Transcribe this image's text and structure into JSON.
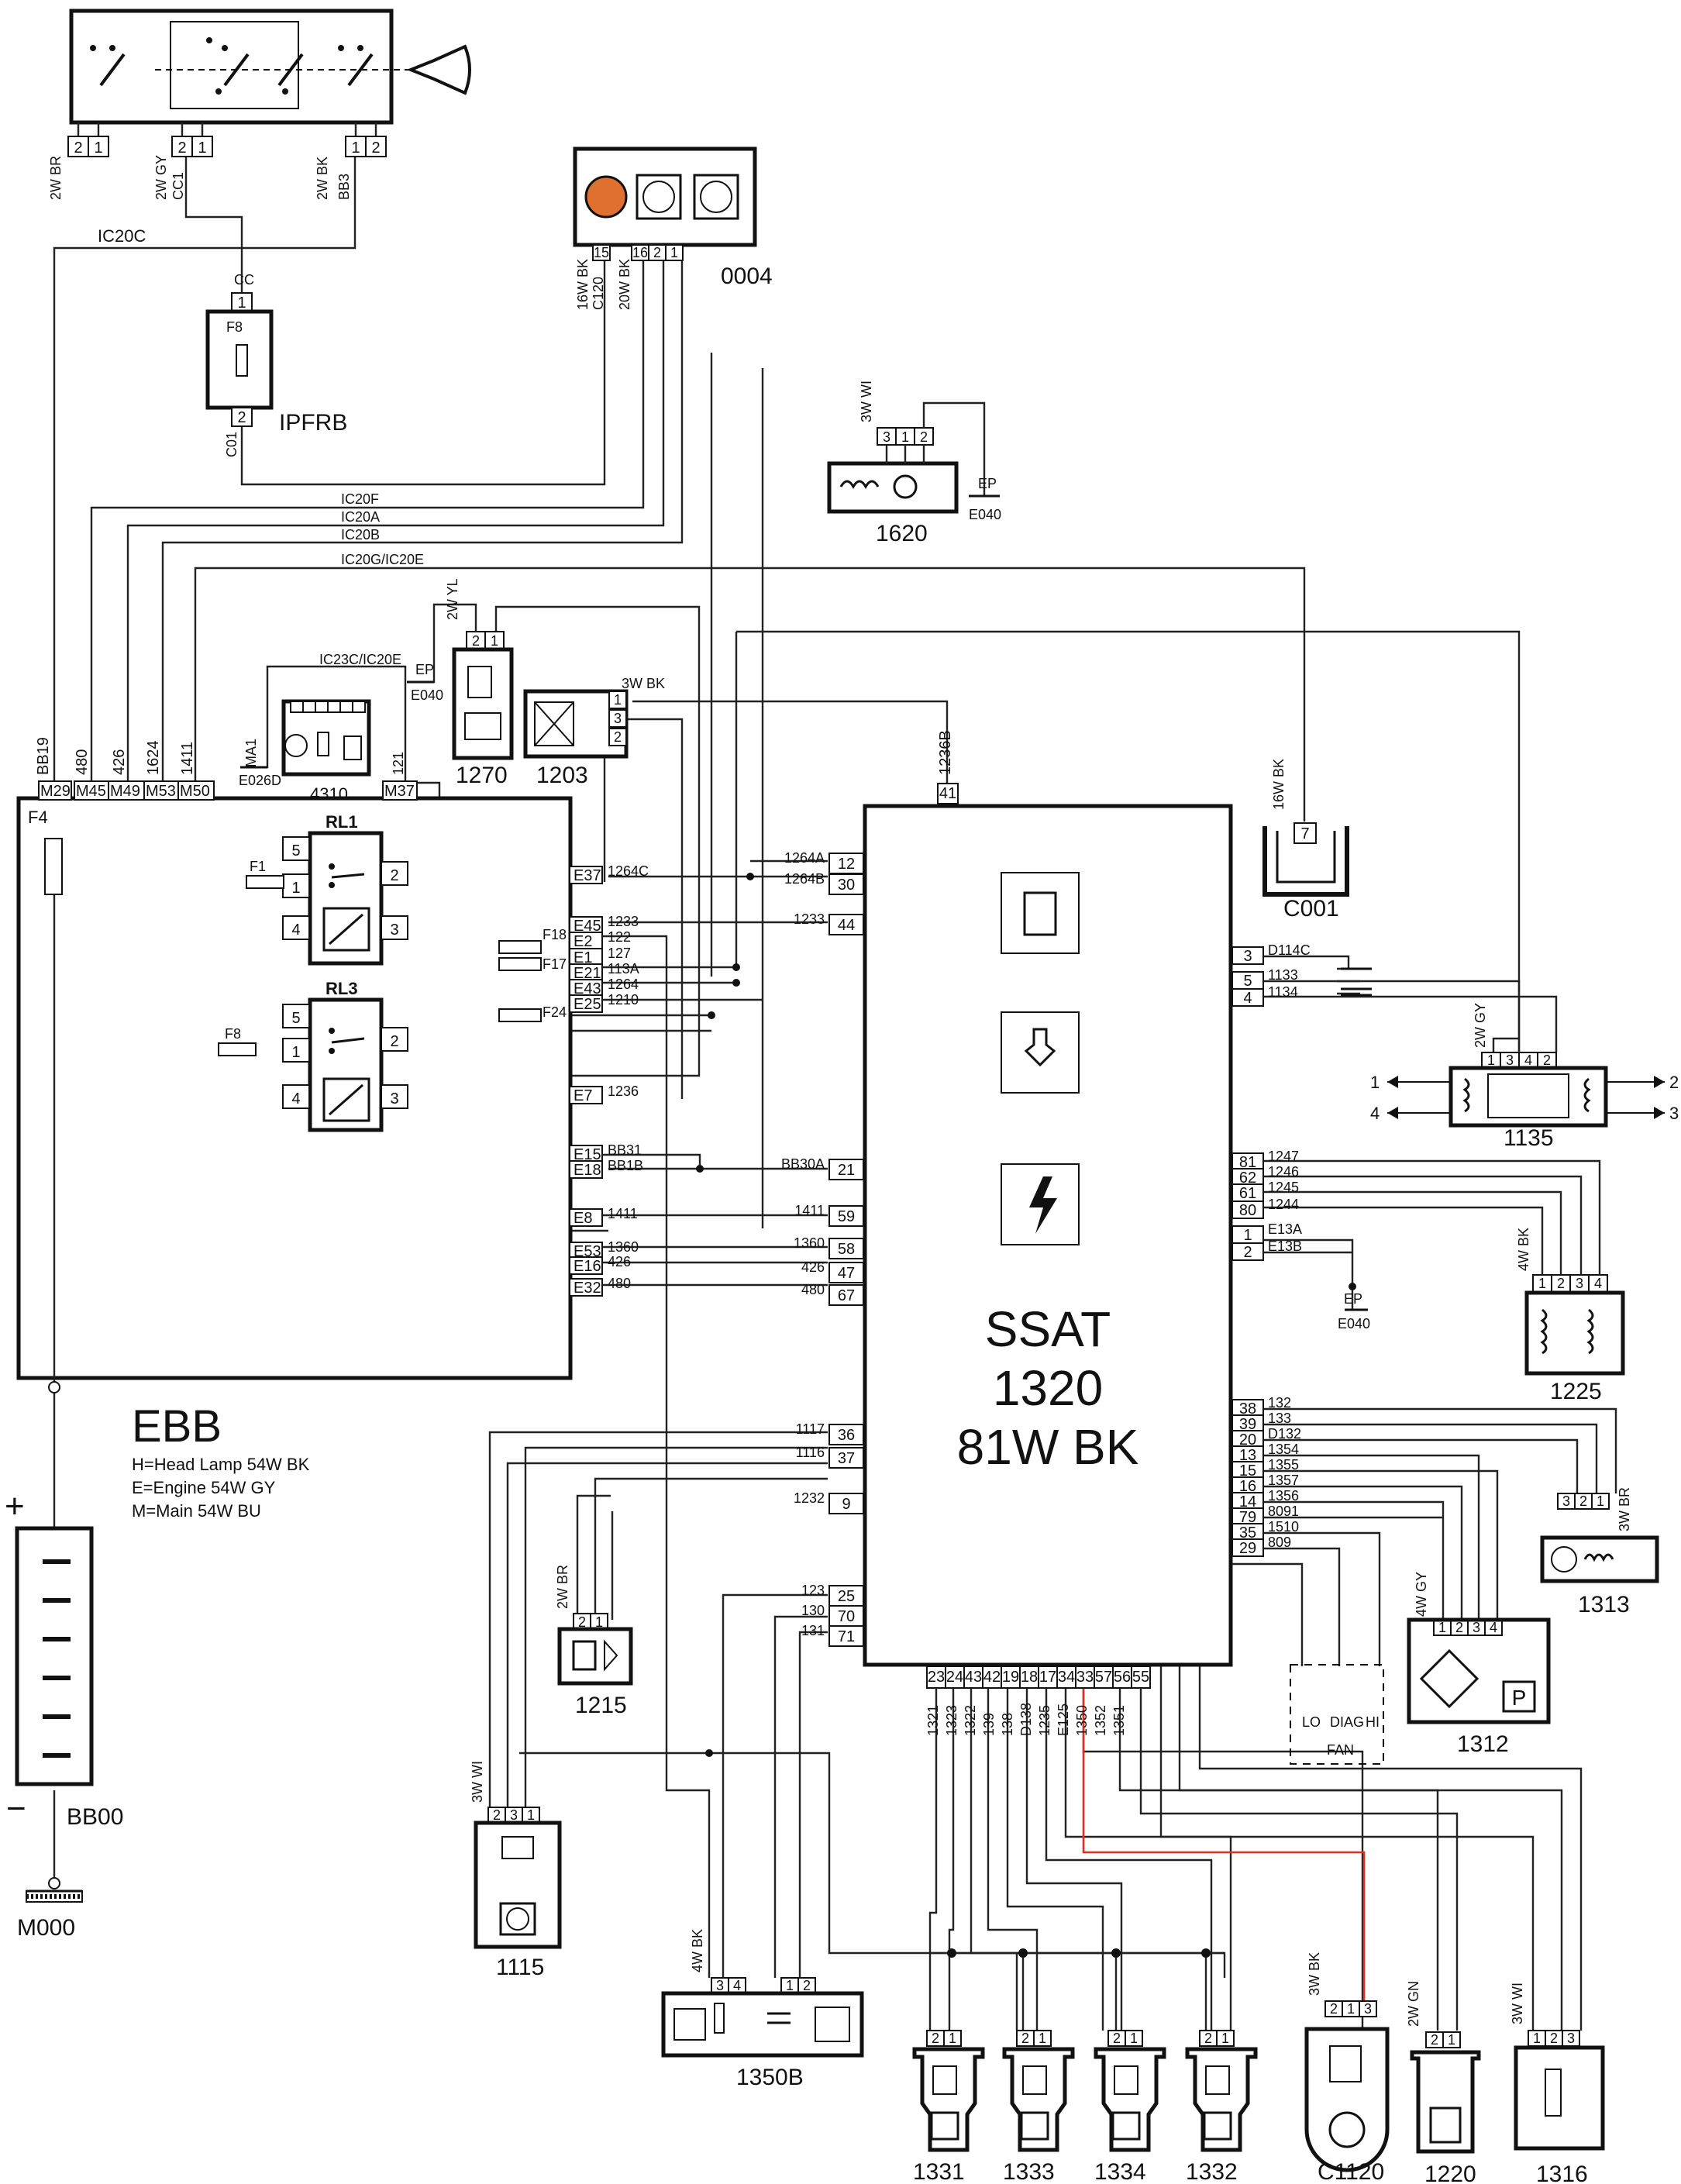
{
  "ecu": {
    "line1": "SSAT",
    "line2": "1320",
    "line3": "81W BK",
    "top_pin": "41",
    "top_wire": "1236B"
  },
  "ebb": {
    "title": "EBB",
    "legend": [
      "H=Head Lamp 54W BK",
      "E=Engine 54W GY",
      "M=Main 54W BU"
    ],
    "fuse_f4": "F4",
    "relay1": "RL1",
    "relay3": "RL3",
    "fuses": [
      "F1",
      "F8",
      "F18",
      "F17",
      "F24"
    ],
    "top_pins": [
      "M29",
      "M45",
      "M49",
      "M53",
      "M50",
      "M37"
    ],
    "top_wires": [
      "BB19",
      "480",
      "426",
      "1624",
      "1411",
      "121"
    ],
    "right_pins": [
      "E37",
      "E45",
      "E2",
      "E1",
      "E21",
      "E43",
      "E25",
      "E7",
      "E15",
      "E18",
      "E8",
      "E53",
      "E16",
      "E32"
    ],
    "right_wires": [
      "1264C",
      "1233",
      "122",
      "127",
      "113A",
      "1264",
      "1210",
      "1236",
      "BB31",
      "BB1B",
      "1411",
      "1360",
      "426",
      "480"
    ]
  },
  "ecu_left": {
    "pins": [
      "12",
      "30",
      "44",
      "21",
      "59",
      "58",
      "47",
      "67",
      "36",
      "37",
      "9",
      "25",
      "70",
      "71"
    ],
    "wires": [
      "1264A",
      "1264B",
      "1233",
      "BB30A",
      "1411",
      "1360",
      "426",
      "480",
      "1117",
      "1116",
      "1232",
      "123",
      "130",
      "131"
    ]
  },
  "ecu_right": {
    "pins": [
      "3",
      "5",
      "4",
      "81",
      "62",
      "61",
      "80",
      "1",
      "2",
      "38",
      "39",
      "20",
      "13",
      "15",
      "16",
      "14",
      "79",
      "35",
      "29"
    ],
    "wires": [
      "D114C",
      "1133",
      "1134",
      "1247",
      "1246",
      "1245",
      "1244",
      "E13A",
      "E13B",
      "132",
      "133",
      "D132",
      "1354",
      "1355",
      "1357",
      "1356",
      "8091",
      "1510",
      "809"
    ]
  },
  "ecu_bottom": {
    "pins": [
      "23",
      "24",
      "43",
      "42",
      "19",
      "18",
      "17",
      "34",
      "33",
      "57",
      "56",
      "55"
    ],
    "wires": [
      "1321",
      "1323",
      "1322",
      "139",
      "138",
      "D138",
      "1235",
      "E125",
      "1350",
      "1352",
      "1351"
    ]
  },
  "components": {
    "c0004": "0004",
    "ipfrb": "IPFRB",
    "ipfrb_fuse": "F8",
    "c1620": "1620",
    "c1270": "1270",
    "c1203": "1203",
    "c4310": "4310",
    "c001": "C001",
    "c1135": "1135",
    "c1225": "1225",
    "c1313": "1313",
    "c1312": "1312",
    "c1215": "1215",
    "c1115": "1115",
    "c1350b": "1350B",
    "inj": [
      "1331",
      "1333",
      "1334",
      "1332"
    ],
    "c1120": "C1120",
    "c1220": "1220",
    "c1316": "1316",
    "bb00": "BB00",
    "m000": "M000",
    "plus": "+",
    "minus": "−",
    "p_label": "P"
  },
  "fan": {
    "label": "FAN",
    "pins": [
      "LO",
      "DIAG",
      "HI"
    ]
  },
  "grounds": [
    "E040",
    "E040",
    "E040",
    "E026D"
  ],
  "trans_pins": [
    "1",
    "4",
    "2",
    "3"
  ],
  "wire_labels": {
    "ic20c": "IC20C",
    "ic20f": "IC20F",
    "ic20a": "IC20A",
    "ic20b": "IC20B",
    "ic20g": "IC20G/IC20E",
    "ic23c": "IC23C/IC20E",
    "cc": "CC",
    "c01": "C01",
    "bb3": "BB3",
    "cc1": "CC1",
    "c120": "C120",
    "w2br": "2W BR",
    "w2gy": "2W GY",
    "w2bk": "2W BK",
    "w16bk": "16W BK",
    "w20bk": "20W BK",
    "w3wi": "3W WI",
    "w2yl": "2W YL",
    "w3bk": "3W BK",
    "w4bk": "4W BK",
    "w4gy": "4W GY",
    "w3br": "3W BR",
    "w2gn": "2W GN",
    "ep": "EP",
    "ma1": "MA1"
  }
}
